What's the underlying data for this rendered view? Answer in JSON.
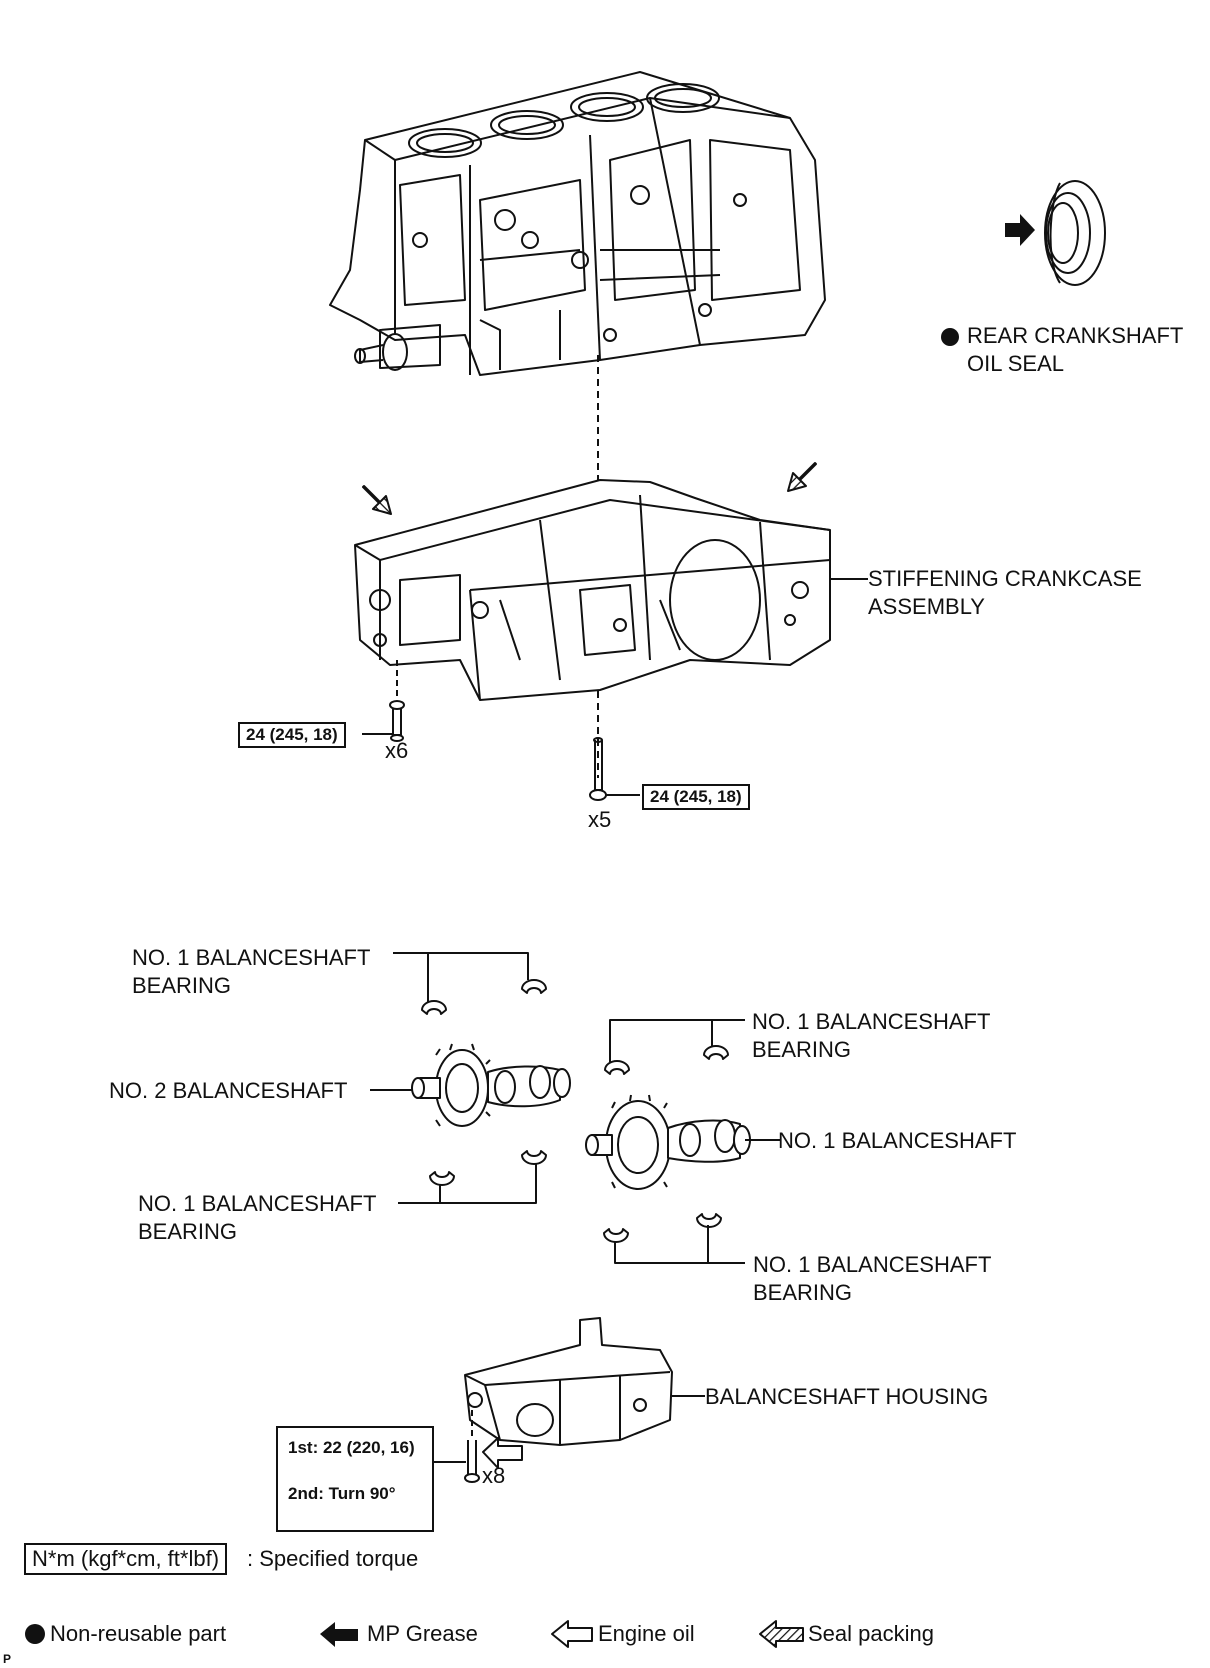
{
  "parts": {
    "rear_crankshaft_oil_seal": [
      "REAR CRANKSHAFT",
      "OIL SEAL"
    ],
    "stiffening_crankcase_assembly": [
      "STIFFENING CRANKCASE",
      "ASSEMBLY"
    ],
    "bearing_upper_left": [
      "NO. 1 BALANCESHAFT",
      "BEARING"
    ],
    "bearing_upper_right": [
      "NO. 1 BALANCESHAFT",
      "BEARING"
    ],
    "no2_balanceshaft": "NO. 2 BALANCESHAFT",
    "no1_balanceshaft": "NO. 1 BALANCESHAFT",
    "bearing_lower_left": [
      "NO. 1 BALANCESHAFT",
      "BEARING"
    ],
    "bearing_lower_right": [
      "NO. 1 BALANCESHAFT",
      "BEARING"
    ],
    "balanceshaft_housing": "BALANCESHAFT HOUSING"
  },
  "torque": {
    "crankcase_side": "24 (245, 18)",
    "crankcase_center": "24 (245, 18)",
    "housing_first": "1st: 22 (220, 16)",
    "housing_second": "2nd: Turn 90°"
  },
  "quantities": {
    "crankcase_side_bolts": "x6",
    "crankcase_center_bolts": "x5",
    "housing_bolts": "x8"
  },
  "legend": {
    "torque_box": "N*m (kgf*cm, ft*lbf)",
    "torque_desc": ": Specified torque",
    "non_reusable": "Non-reusable part",
    "mp_grease": "MP Grease",
    "engine_oil": "Engine oil",
    "seal_packing": "Seal packing"
  },
  "page_code": "P"
}
